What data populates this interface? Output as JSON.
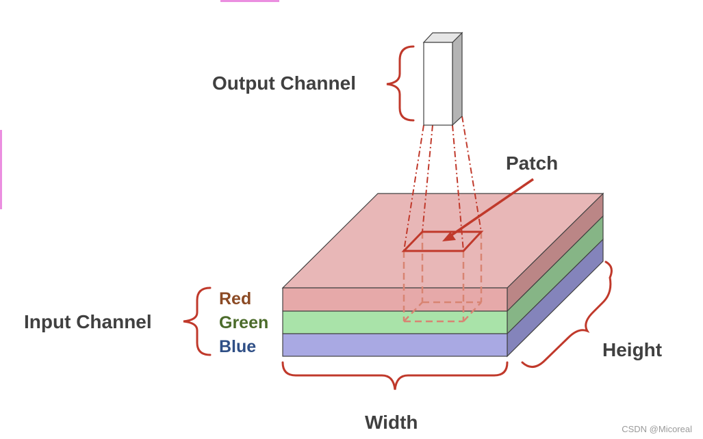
{
  "diagram": {
    "output_label": "Output Channel",
    "patch_label": "Patch",
    "input_label": "Input Channel",
    "channels": [
      {
        "name": "Red",
        "color": "#8b4a24"
      },
      {
        "name": "Green",
        "color": "#4b6b2a"
      },
      {
        "name": "Blue",
        "color": "#2f4f86"
      }
    ],
    "height_label": "Height",
    "width_label": "Width"
  },
  "colors": {
    "accent_red": "#c0392b",
    "label_gray": "#404040",
    "red_layer": "#e6a9a9",
    "green_layer": "#a9e3a9",
    "blue_layer": "#a9a9e3"
  },
  "watermark": "CSDN @Micoreal"
}
